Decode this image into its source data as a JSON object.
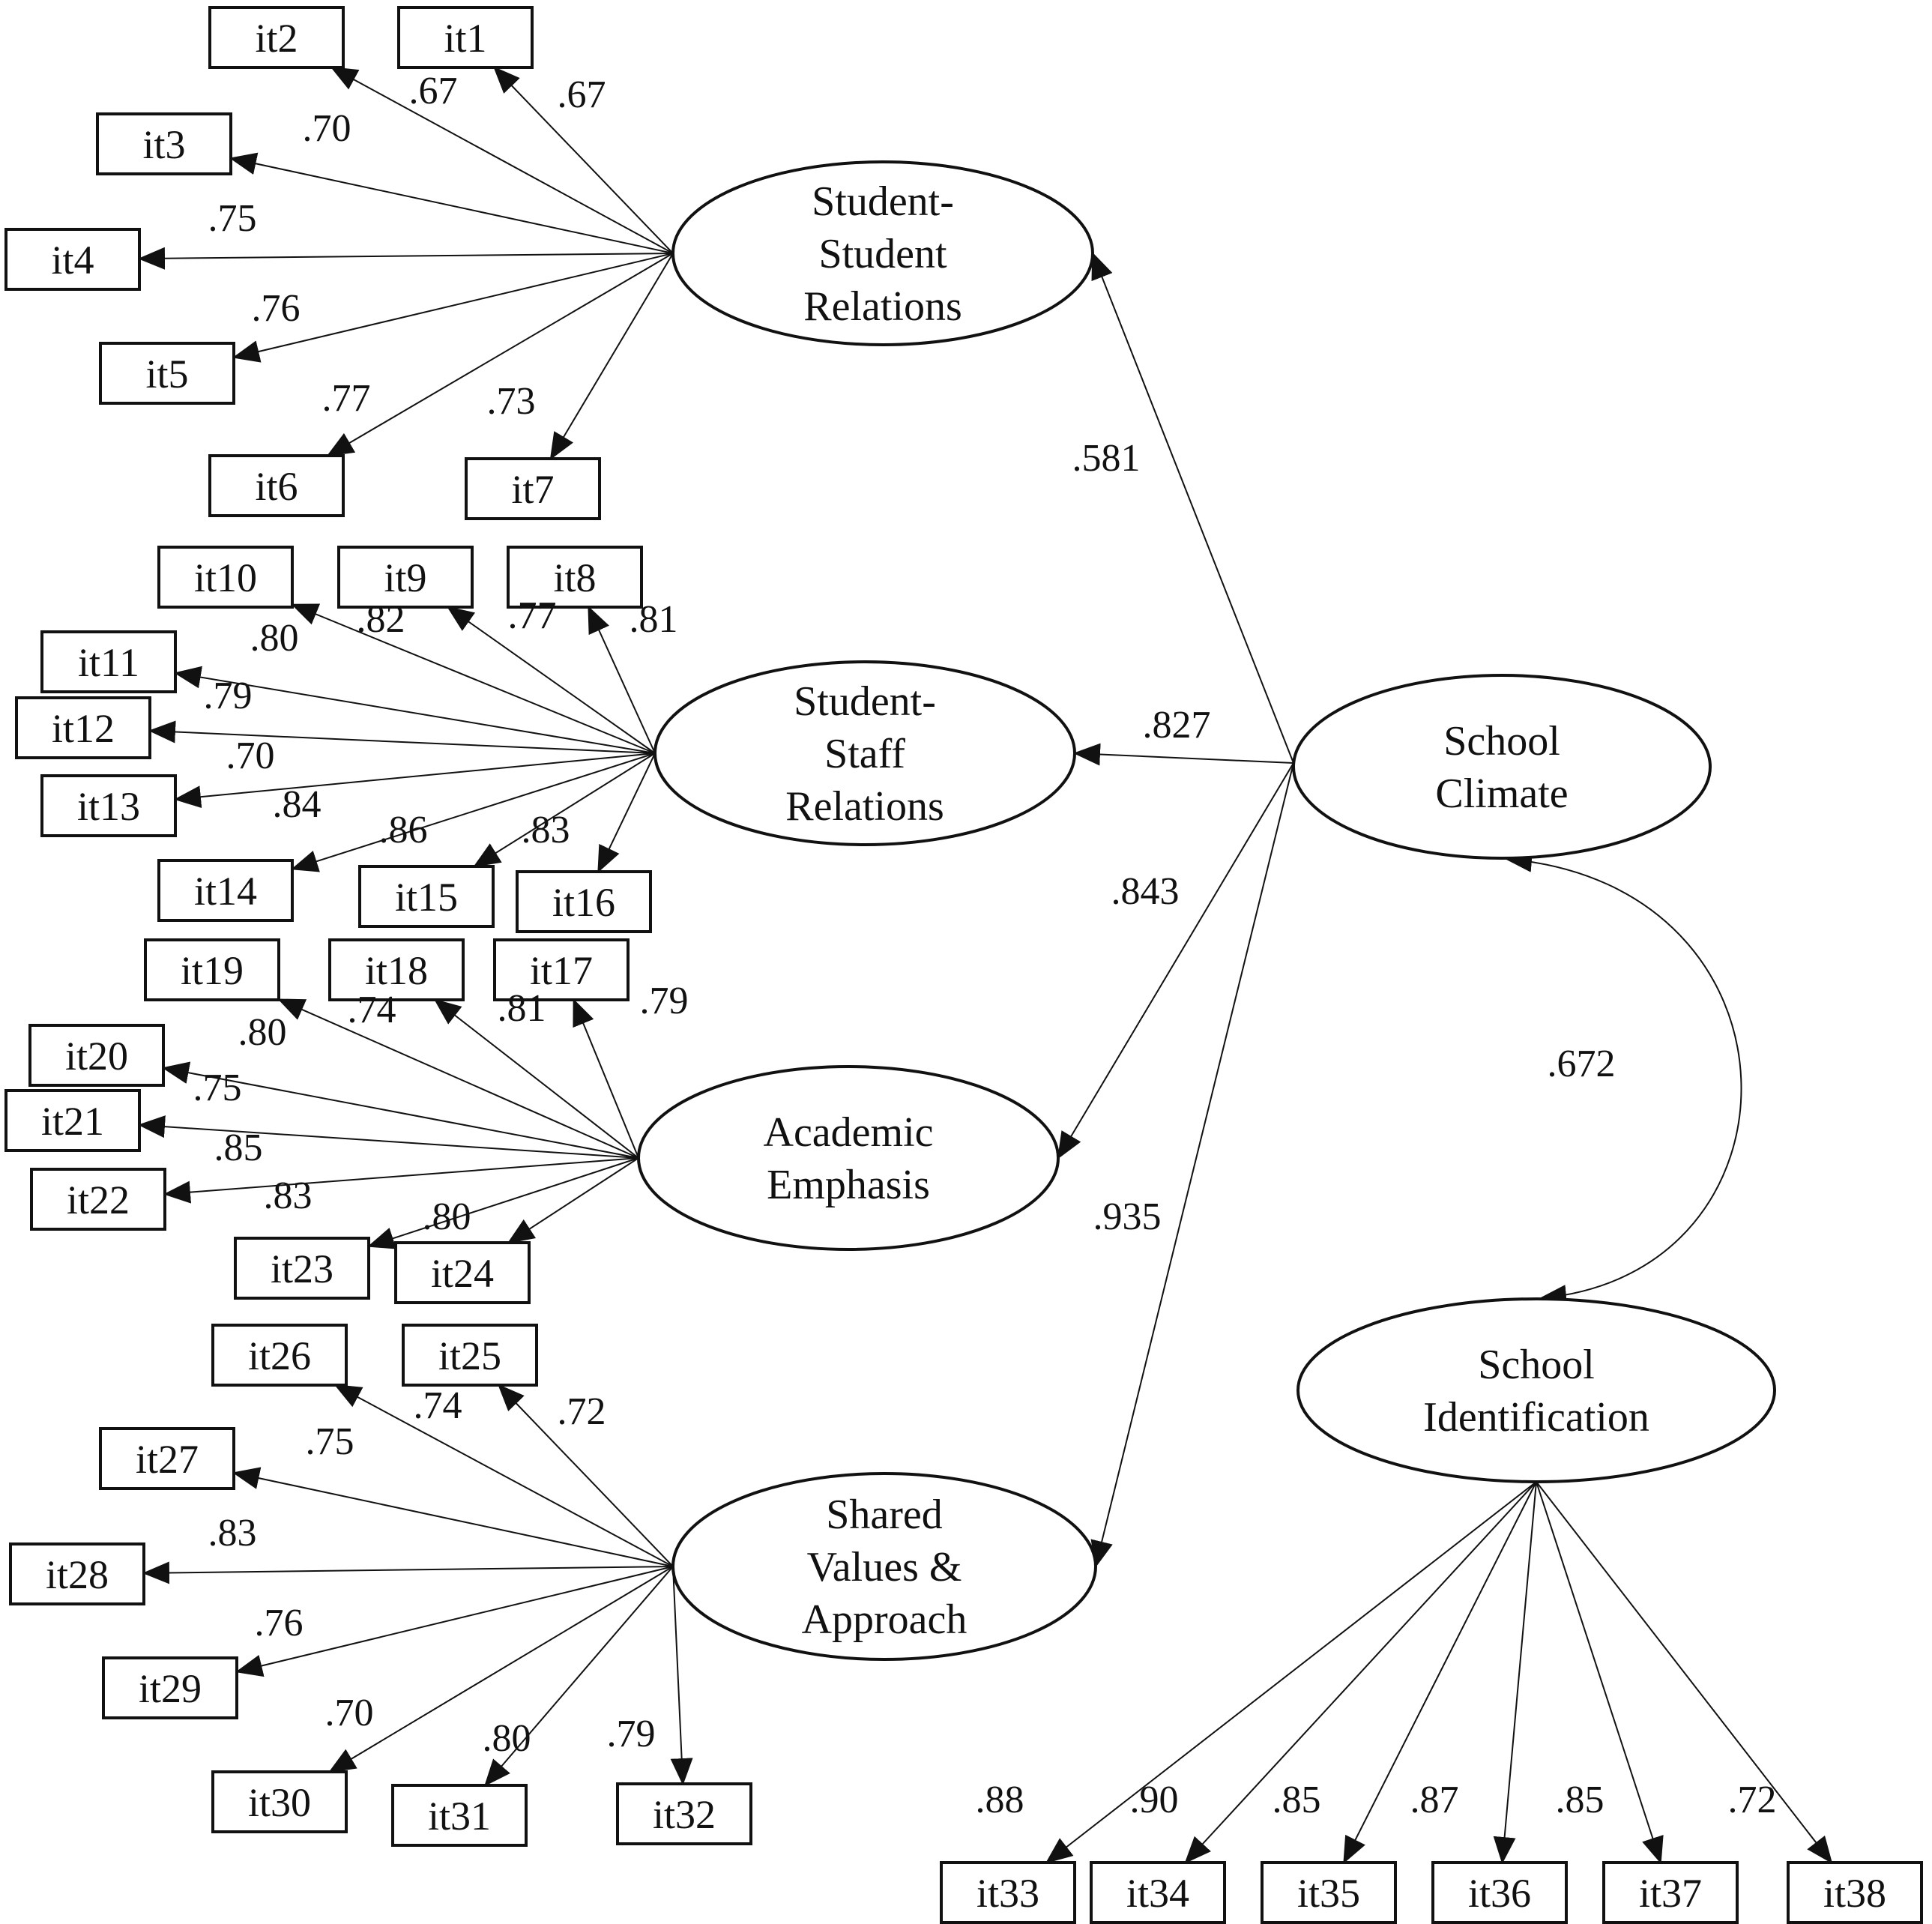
{
  "factors": {
    "ss": [
      "Student-",
      "Student",
      "Relations"
    ],
    "st": [
      "Student-",
      "Staff",
      "Relations"
    ],
    "ae": [
      "Academic",
      "Emphasis"
    ],
    "sv": [
      "Shared",
      "Values &",
      "Approach"
    ],
    "sc": [
      "School",
      "Climate"
    ],
    "si": [
      "School",
      "Identification"
    ]
  },
  "indicators": {
    "ss": [
      {
        "item": "it1",
        "loading": ".67"
      },
      {
        "item": "it2",
        "loading": ".67"
      },
      {
        "item": "it3",
        "loading": ".70"
      },
      {
        "item": "it4",
        "loading": ".75"
      },
      {
        "item": "it5",
        "loading": ".76"
      },
      {
        "item": "it6",
        "loading": ".77"
      },
      {
        "item": "it7",
        "loading": ".73"
      }
    ],
    "st": [
      {
        "item": "it8",
        "loading": ".81"
      },
      {
        "item": "it9",
        "loading": ".77"
      },
      {
        "item": "it10",
        "loading": ".82"
      },
      {
        "item": "it11",
        "loading": ".80"
      },
      {
        "item": "it12",
        "loading": ".79"
      },
      {
        "item": "it13",
        "loading": ".70"
      },
      {
        "item": "it14",
        "loading": ".84"
      },
      {
        "item": "it15",
        "loading": ".86"
      },
      {
        "item": "it16",
        "loading": ".83"
      }
    ],
    "ae": [
      {
        "item": "it17",
        "loading": ".79"
      },
      {
        "item": "it18",
        "loading": ".81"
      },
      {
        "item": "it19",
        "loading": ".74"
      },
      {
        "item": "it20",
        "loading": ".80"
      },
      {
        "item": "it21",
        "loading": ".75"
      },
      {
        "item": "it22",
        "loading": ".85"
      },
      {
        "item": "it23",
        "loading": ".83"
      },
      {
        "item": "it24",
        "loading": ".80"
      }
    ],
    "sv": [
      {
        "item": "it25",
        "loading": ".72"
      },
      {
        "item": "it26",
        "loading": ".74"
      },
      {
        "item": "it27",
        "loading": ".75"
      },
      {
        "item": "it28",
        "loading": ".83"
      },
      {
        "item": "it29",
        "loading": ".76"
      },
      {
        "item": "it30",
        "loading": ".70"
      },
      {
        "item": "it31",
        "loading": ".80"
      },
      {
        "item": "it32",
        "loading": ".79"
      }
    ],
    "si": [
      {
        "item": "it33",
        "loading": ".88"
      },
      {
        "item": "it34",
        "loading": ".90"
      },
      {
        "item": "it35",
        "loading": ".85"
      },
      {
        "item": "it36",
        "loading": ".87"
      },
      {
        "item": "it37",
        "loading": ".85"
      },
      {
        "item": "it38",
        "loading": ".72"
      }
    ]
  },
  "paths": {
    "sc_ss": ".581",
    "sc_st": ".827",
    "sc_ae": ".843",
    "sc_sv": ".935",
    "sc_si": ".672"
  }
}
